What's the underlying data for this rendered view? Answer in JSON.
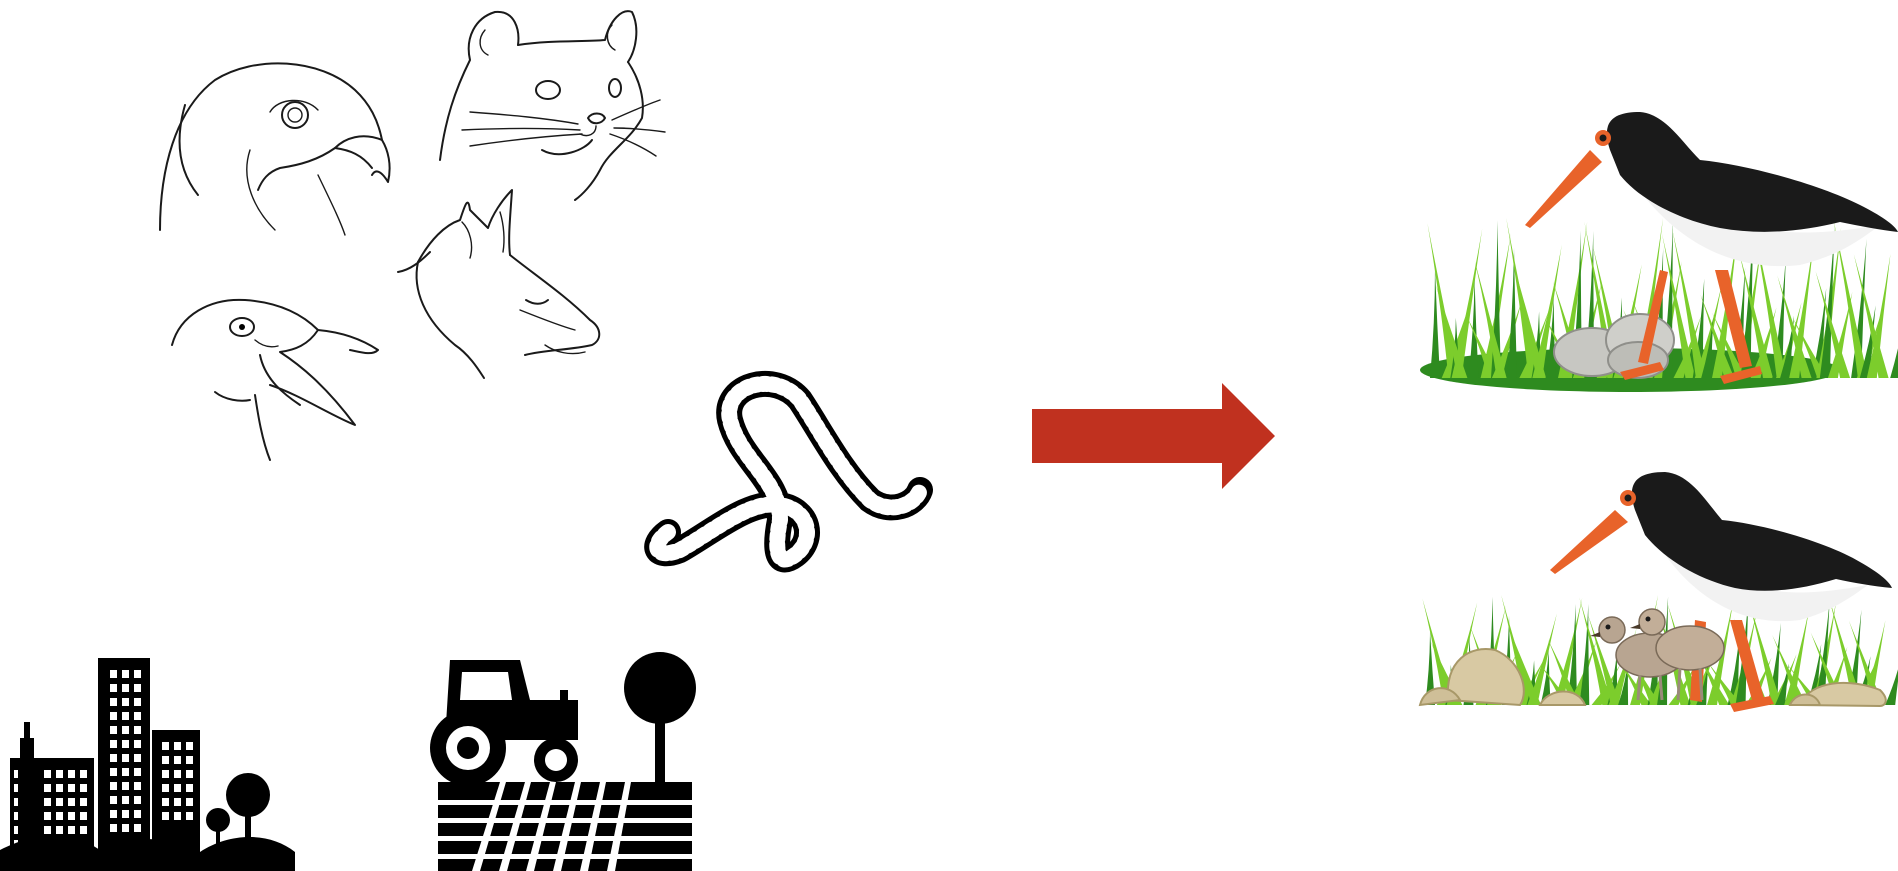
{
  "colors": {
    "arrow": "#c0311f",
    "oystercatcher_body": "#1a1a1a",
    "oystercatcher_belly": "#f2f2f2",
    "beak_legs": "#e8632a",
    "grass_dark": "#2e8b1f",
    "grass_light": "#7ccd2c",
    "rocks": "#d8c9a3",
    "eggs": "#c7c7c2",
    "chicks": "#b8a591",
    "silhouette": "#000000"
  },
  "icons": {
    "predators": [
      "falcon-head-sketch",
      "weasel-head-sketch",
      "gull-head-sketch",
      "fox-head-sketch"
    ],
    "prey": "earthworm-icon",
    "land_use": [
      "city-skyline-icon",
      "farm-tractor-field-icon"
    ],
    "transition": "right-arrow",
    "outcomes": [
      "oystercatcher-with-eggs",
      "oystercatcher-with-chicks"
    ]
  }
}
